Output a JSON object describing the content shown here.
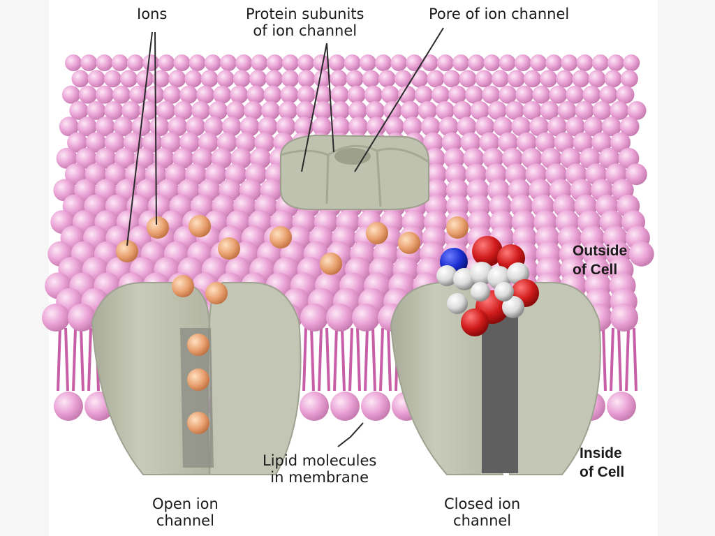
{
  "labels": {
    "ions": "Ions",
    "protein_subunits": [
      "Protein subunits",
      "of ion channel"
    ],
    "pore": "Pore of ion channel",
    "outside": [
      "Outside",
      "of Cell"
    ],
    "inside": [
      "Inside",
      "of Cell"
    ],
    "lipid": [
      "Lipid molecules",
      "in membrane"
    ],
    "open_channel": [
      "Open ion",
      "channel"
    ],
    "closed_channel": [
      "Closed ion",
      "channel"
    ]
  },
  "colors": {
    "lipid_head": "#ea9fd4",
    "lipid_head_dark": "#c978b4",
    "lipid_tail": "#c85fa6",
    "protein": "#c2c5b3",
    "protein_shadow": "#9ea290",
    "pore_dark": "#666666",
    "ion": "#e8a070",
    "blocker_red": "#d11b1b",
    "blocker_blue": "#1a2ed0",
    "blocker_white": "#e9e9e9"
  }
}
